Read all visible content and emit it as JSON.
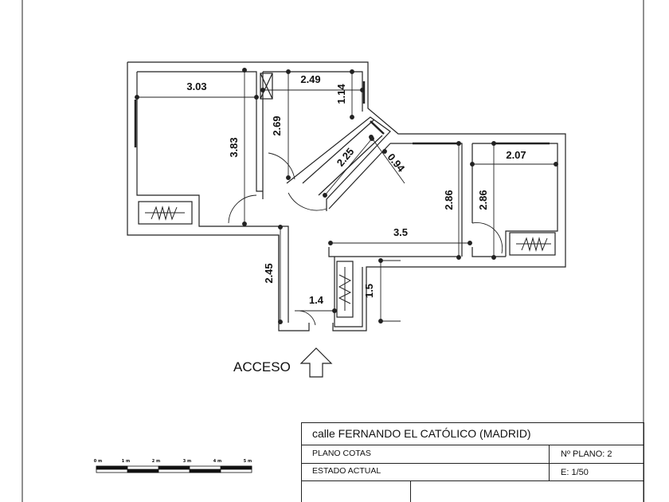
{
  "plan": {
    "dimensions": {
      "bedroom_width": "3.03",
      "bedroom_height": "3.83",
      "bath_width": "2.49",
      "bath_height": "2.69",
      "window_depth": "1.14",
      "hall_diagonal": "2.25",
      "hall_diagonal_width": "0.94",
      "living_height": "2.86",
      "living_width": "3.5",
      "bedroom2_height": "2.86",
      "bedroom2_width": "2.07",
      "corridor_length": "2.45",
      "entry_width": "1.4",
      "closet_length": "1.5"
    },
    "access_label": "ACCESO"
  },
  "scale_bar": {
    "labels": [
      "0 m",
      "1 m",
      "2 m",
      "3 m",
      "4 m",
      "5 m"
    ]
  },
  "title_block": {
    "address": "calle  FERNANDO  EL  CATÓLICO    (MADRID)",
    "plan_type": "PLANO  COTAS",
    "plan_number": "Nº PLANO:  2",
    "state": "ESTADO  ACTUAL",
    "scale": "E: 1/50"
  }
}
